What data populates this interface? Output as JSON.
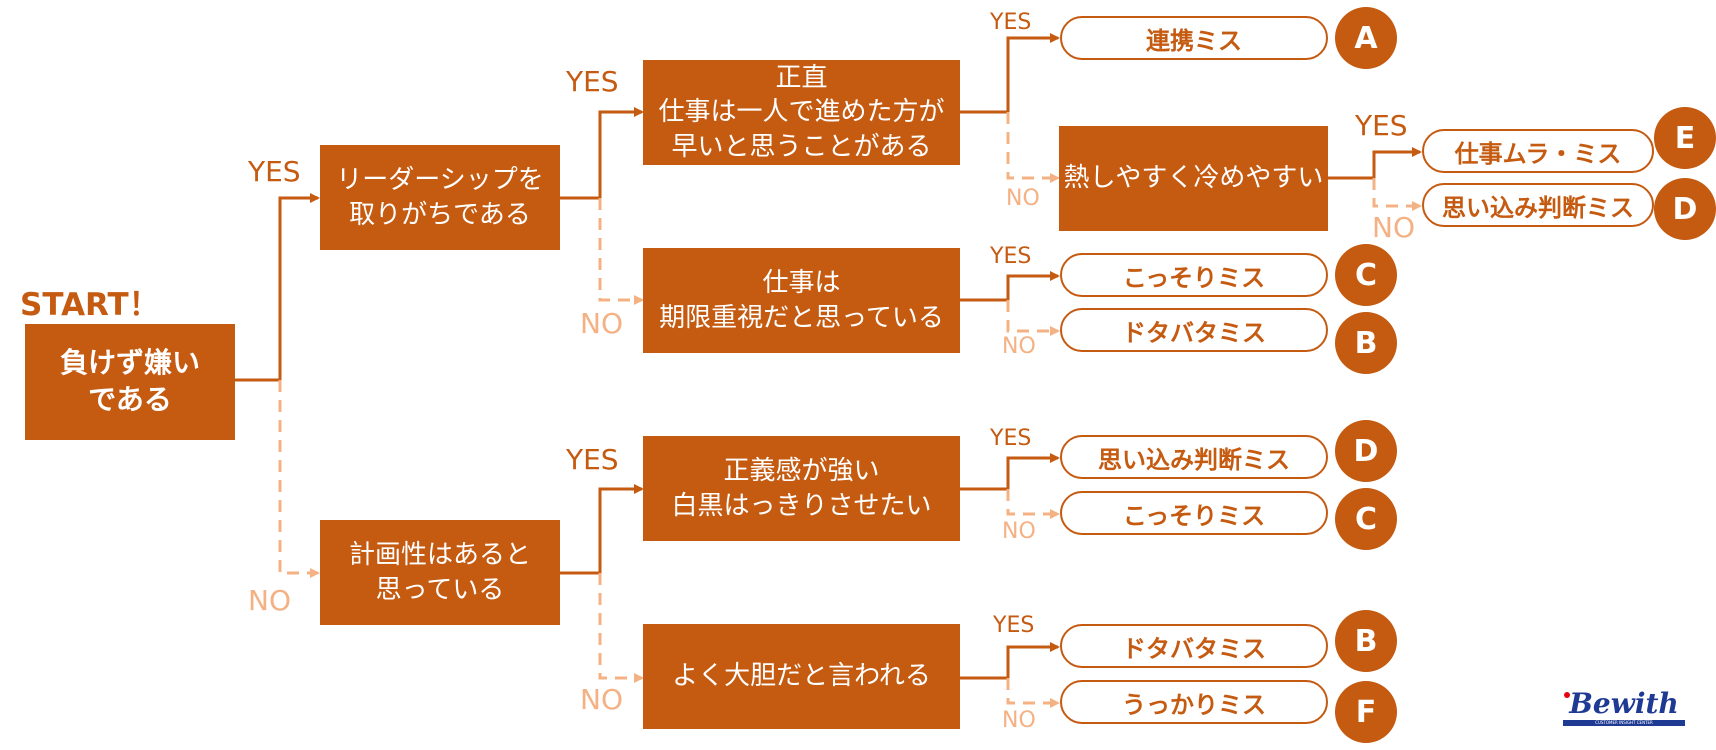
{
  "start_label": "START！",
  "nodes": {
    "start": "負けず嫌い\nである",
    "leadership": "リーダーシップを\n取りがちである",
    "planning": "計画性はあると\n思っている",
    "honest": "正直\n仕事は一人で進めた方が\n早いと思うことがある",
    "deadline": "仕事は\n期限重視だと思っている",
    "justice": "正義感が強い\n白黒はっきりさせたい",
    "bold": "よく大胆だと言われる",
    "hot_cold": "熱しやすく冷めやすい"
  },
  "branch_labels": {
    "yes": "YES",
    "no": "NO"
  },
  "outcomes": [
    {
      "id": "o1",
      "label": "連携ミス",
      "letter": "A"
    },
    {
      "id": "o2",
      "label": "仕事ムラ・ミス",
      "letter": "E"
    },
    {
      "id": "o3",
      "label": "思い込み判断ミス",
      "letter": "D"
    },
    {
      "id": "o4",
      "label": "こっそりミス",
      "letter": "C"
    },
    {
      "id": "o5",
      "label": "ドタバタミス",
      "letter": "B"
    },
    {
      "id": "o6",
      "label": "思い込み判断ミス",
      "letter": "D"
    },
    {
      "id": "o7",
      "label": "こっそりミス",
      "letter": "C"
    },
    {
      "id": "o8",
      "label": "ドタバタミス",
      "letter": "B"
    },
    {
      "id": "o9",
      "label": "うっかりミス",
      "letter": "F"
    }
  ],
  "logo": {
    "text": "Bewith",
    "subtext": "CUSTOMER INSIGHT CENTER"
  },
  "colors": {
    "primary": "#c55a11",
    "light": "#f4b183"
  }
}
